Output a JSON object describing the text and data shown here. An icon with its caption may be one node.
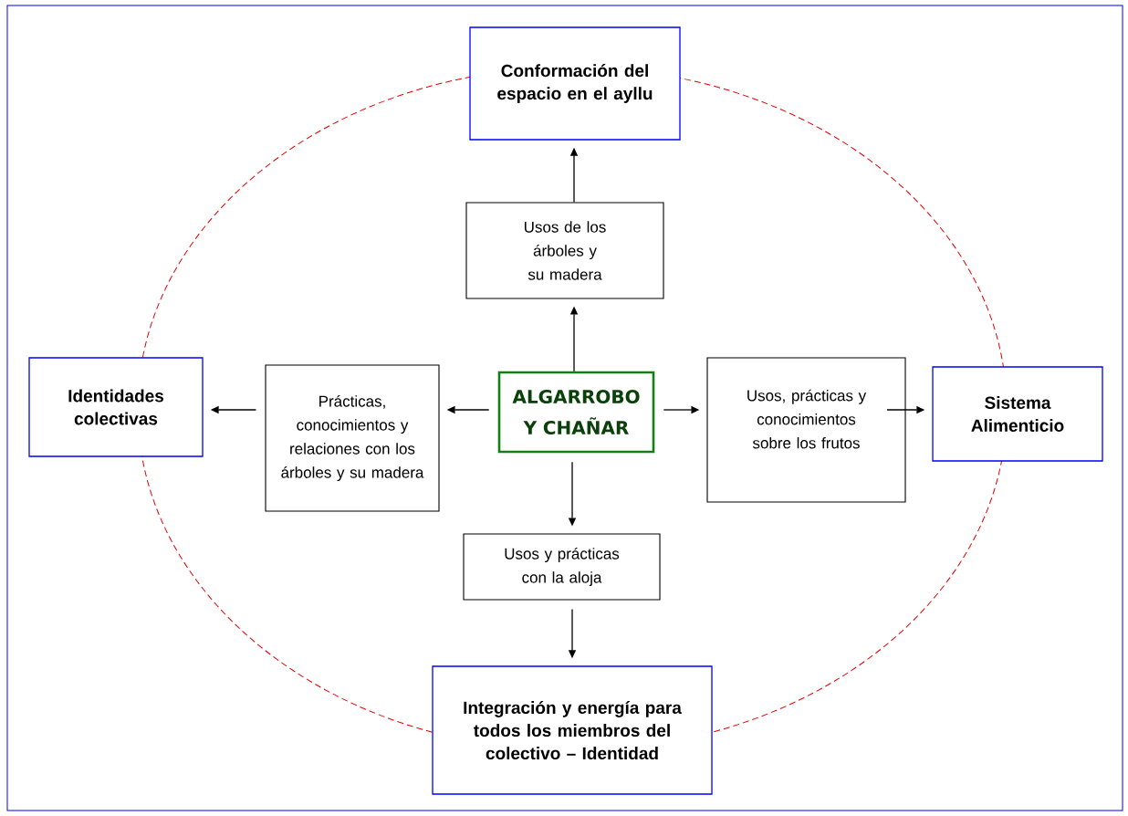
{
  "diagram": {
    "nodes": [
      {
        "text": [
          "Conformación del espacio en el ayllu"
        ]
      },
      {
        "text": [
          "Usos de los árboles y su madera"
        ]
      },
      {
        "text": [
          "Identidades colectivas"
        ]
      },
      {
        "text": [
          "Prácticas, conocimientos y relaciones con los árboles y su madera"
        ]
      },
      {
        "text": [
          "ALGARROBO Y CHAÑAR"
        ]
      },
      {
        "text": [
          "Usos, prácticas y conocimientos sobre los frutos"
        ]
      },
      {
        "text": [
          "Sistema Alimenticio"
        ]
      },
      {
        "text": [
          "Usos y prácticas con la aloja"
        ]
      },
      {
        "text": [
          "Integración y energía para todos los miembros del colectivo – Identidad"
        ]
      }
    ],
    "edges": [
      {
        "from": 1,
        "to": 0,
        "arrow": "to"
      },
      {
        "from": 4,
        "to": 1,
        "arrow": "to"
      },
      {
        "from": 4,
        "to": 3,
        "arrow": "to"
      },
      {
        "from": 3,
        "to": 2,
        "arrow": "to"
      },
      {
        "from": 4,
        "to": 5,
        "arrow": "to"
      },
      {
        "from": 5,
        "to": 6,
        "arrow": "to"
      },
      {
        "from": 4,
        "to": 7,
        "arrow": "to"
      },
      {
        "from": 7,
        "to": 8,
        "arrow": "to"
      }
    ]
  }
}
